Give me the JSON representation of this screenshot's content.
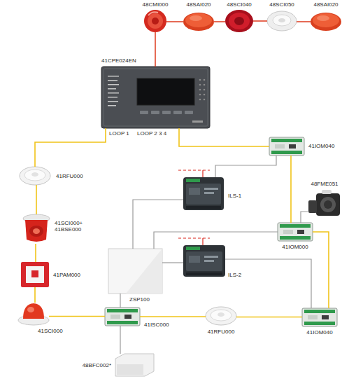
{
  "diagram": {
    "nodes": [
      {
        "text": [
          "48CMI000"
        ]
      },
      {
        "text": [
          "48SAI020"
        ]
      },
      {
        "text": [
          "48SCI040"
        ]
      },
      {
        "text": [
          "48SCI050"
        ]
      },
      {
        "text": [
          "48SAI020"
        ]
      },
      {
        "text": [
          "41CPE024EN"
        ]
      },
      {
        "text": [
          "41IOM040"
        ]
      },
      {
        "text": [
          "41RFU000"
        ]
      },
      {
        "text": [
          "ILS-1"
        ]
      },
      {
        "text": [
          "48FME051"
        ]
      },
      {
        "text": [
          "41SCI000+ 41BSE000"
        ]
      },
      {
        "text": [
          "41IOM000"
        ]
      },
      {
        "text": [
          "41PAM000"
        ]
      },
      {
        "text": [
          "ZSP100"
        ]
      },
      {
        "text": [
          "ILS-2"
        ]
      },
      {
        "text": [
          "41SCI000"
        ]
      },
      {
        "text": [
          "41ISC000"
        ]
      },
      {
        "text": [
          "41RFU000"
        ]
      },
      {
        "text": [
          "41IOM040"
        ]
      },
      {
        "text": [
          "48BFC002*"
        ]
      }
    ],
    "edges": [
      {
        "from": 5,
        "to": 0,
        "arrow": "none"
      },
      {
        "from": 0,
        "to": 1,
        "arrow": "none"
      },
      {
        "from": 1,
        "to": 2,
        "arrow": "none"
      },
      {
        "from": 2,
        "to": 3,
        "arrow": "none"
      },
      {
        "from": 3,
        "to": 4,
        "arrow": "none"
      },
      {
        "from": 5,
        "to": 7,
        "arrow": "none"
      },
      {
        "from": 7,
        "to": 10,
        "arrow": "none"
      },
      {
        "from": 10,
        "to": 12,
        "arrow": "none"
      },
      {
        "from": 12,
        "to": 15,
        "arrow": "none"
      },
      {
        "from": 15,
        "to": 16,
        "arrow": "none"
      },
      {
        "from": 16,
        "to": 17,
        "arrow": "none"
      },
      {
        "from": 17,
        "to": 18,
        "arrow": "none"
      },
      {
        "from": 18,
        "to": 11,
        "arrow": "none"
      },
      {
        "from": 11,
        "to": 6,
        "arrow": "none"
      },
      {
        "from": 6,
        "to": 5,
        "arrow": "none"
      },
      {
        "from": 6,
        "to": 8,
        "arrow": "none"
      },
      {
        "from": 8,
        "to": 13,
        "arrow": "none"
      },
      {
        "from": 13,
        "to": 11,
        "arrow": "none"
      },
      {
        "from": 13,
        "to": 14,
        "arrow": "none"
      },
      {
        "from": 14,
        "to": 18,
        "arrow": "none"
      },
      {
        "from": 13,
        "to": 16,
        "arrow": "none"
      },
      {
        "from": 16,
        "to": 19,
        "arrow": "none"
      },
      {
        "from": 9,
        "to": 11,
        "arrow": "none"
      }
    ],
    "labels": [
      "LOOP 1",
      "LOOP 2 3 4"
    ]
  }
}
